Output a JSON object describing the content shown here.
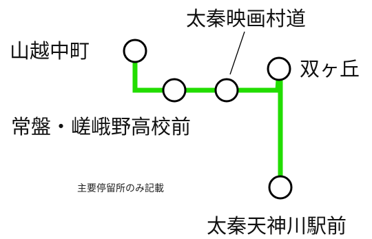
{
  "line_color": "#22dd00",
  "station_fill": "#ffffff",
  "station_stroke": "#000000",
  "text_color": "#111111",
  "stations": {
    "yamagoshi_nakamachi": "山越中町",
    "tokiwa_sagano": "常盤・嵯峨野高校前",
    "uzumasa_eigamura": "太秦映画村道",
    "narabigaoka": "双ヶ丘",
    "uzumasa_tenjingawa": "太秦天神川駅前"
  },
  "note": "主要停留所のみ記載"
}
